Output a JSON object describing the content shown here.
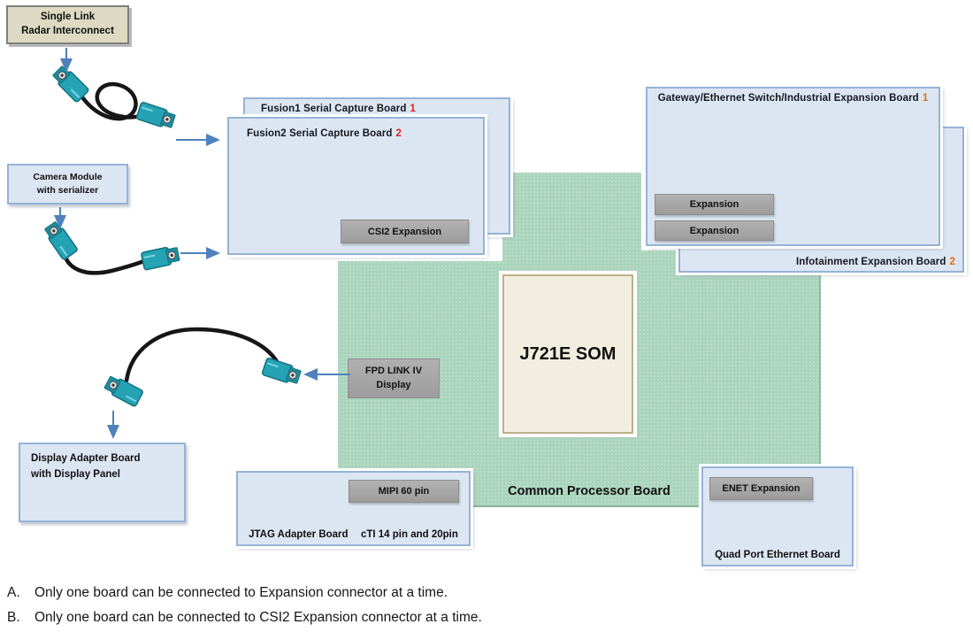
{
  "radar_box": {
    "line1": "Single Link",
    "line2": "Radar Interconnect"
  },
  "camera_box": {
    "line1": "Camera Module",
    "line2": "with serializer"
  },
  "fusion1_board": {
    "title": "Fusion1 Serial Capture Board",
    "number": "1"
  },
  "fusion2_board": {
    "title": "Fusion2 Serial Capture Board",
    "number": "2",
    "csi2_button": "CSI2 Expansion"
  },
  "gateway_board": {
    "title": "Gateway/Ethernet Switch/Industrial Expansion Board",
    "number": "1",
    "expansion_button1": "Expansion",
    "expansion_button2": "Expansion"
  },
  "infotainment_board": {
    "title": "Infotainment Expansion Board",
    "number": "2"
  },
  "common_processor_board": {
    "label": "Common Processor Board"
  },
  "som_module": {
    "label": "J721E SOM"
  },
  "fpd_connector": {
    "line1": "FPD LINK IV",
    "line2": "Display"
  },
  "display_adapter_board": {
    "line1": "Display Adapter Board",
    "line2": "with Display Panel"
  },
  "jtag_board": {
    "name": "JTAG Adapter Board",
    "detail": "cTI 14 pin and 20pin",
    "mipi_button": "MIPI 60 pin"
  },
  "quad_port_board": {
    "label": "Quad Port Ethernet Board",
    "enet_button": "ENET Expansion"
  },
  "notes": [
    {
      "letter": "A.",
      "text": "Only one board can be connected to Expansion connector at a time."
    },
    {
      "letter": "B.",
      "text": "Only one board can be connected to CSI2 Expansion connector at a time."
    }
  ],
  "colors": {
    "board_fill": "#dce6f2",
    "board_border": "#95b3d7",
    "green_fill": "#aad4bc",
    "button_gray": "#a5a5a5",
    "radar_tan": "#ddd9c3",
    "som_fill": "#f1eee0",
    "som_border": "#bdb188",
    "arrow_blue": "#4f81bd",
    "number_red": "#e0201b",
    "number_orange": "#e36c0a",
    "cable_teal": "#25a3b5"
  }
}
